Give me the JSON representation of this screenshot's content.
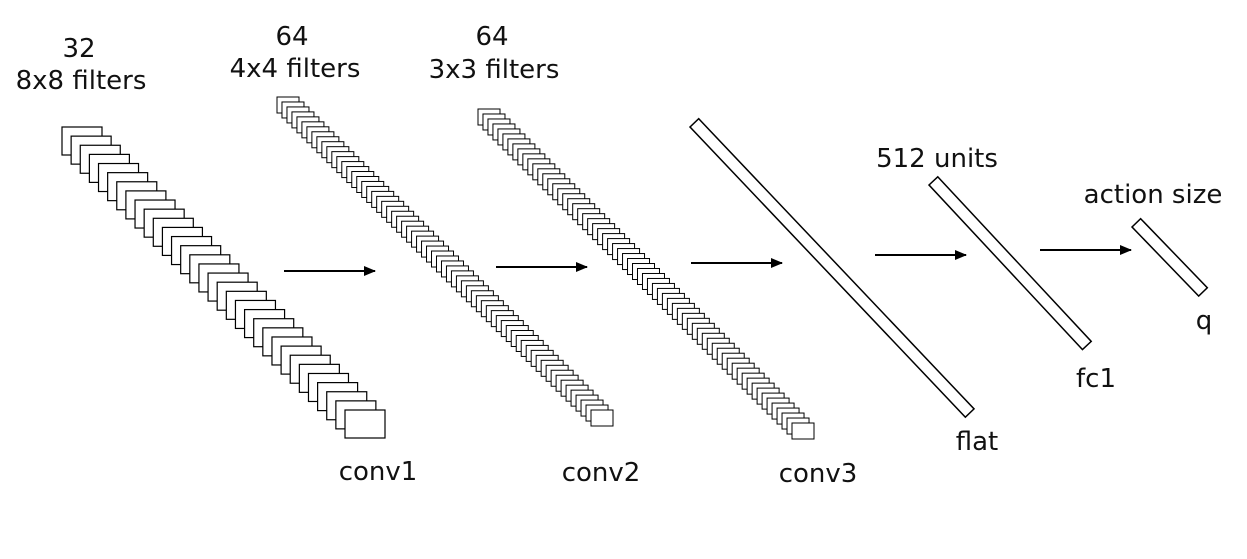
{
  "layers": [
    {
      "id": "conv1",
      "name": "conv1",
      "count_label": "32",
      "size_label": "8x8 filters"
    },
    {
      "id": "conv2",
      "name": "conv2",
      "count_label": "64",
      "size_label": "4x4 filters"
    },
    {
      "id": "conv3",
      "name": "conv3",
      "count_label": "64",
      "size_label": "3x3 filters"
    },
    {
      "id": "flat",
      "name": "flat"
    },
    {
      "id": "fc1",
      "name": "fc1",
      "size_label": "512 units"
    },
    {
      "id": "q",
      "name": "q",
      "size_label": "action size"
    }
  ],
  "colors": {
    "stroke": "#000000",
    "fill": "#ffffff",
    "text": "#111111"
  }
}
